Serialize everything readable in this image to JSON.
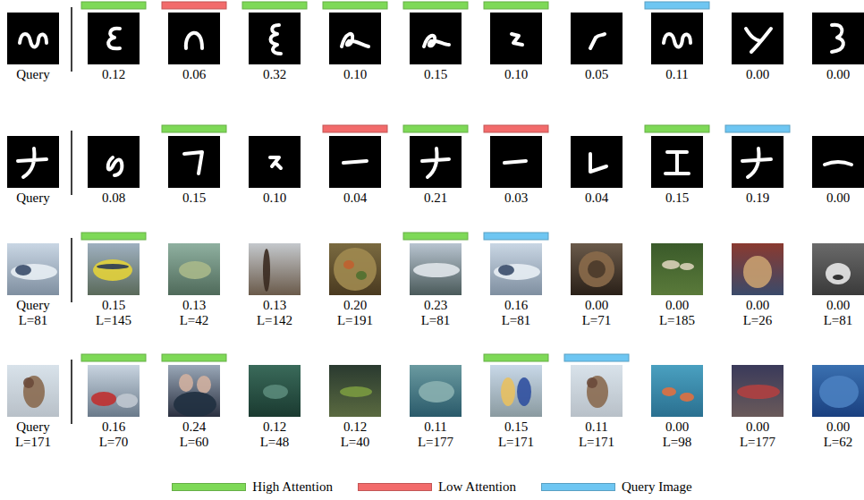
{
  "diagram": {
    "labels": [
      "Query",
      "0.12",
      "0.06",
      "0.32",
      "0.10",
      "0.15",
      "0.10",
      "0.05",
      "0.11",
      "0.00",
      "0.00",
      "Query",
      "0.08",
      "0.15",
      "0.10",
      "0.04",
      "0.21",
      "0.03",
      "0.04",
      "0.15",
      "0.19",
      "0.00",
      "Query",
      "L=81",
      "0.15",
      "L=145",
      "0.13",
      "L=42",
      "0.13",
      "L=142",
      "0.20",
      "L=191",
      "0.23",
      "L=81",
      "0.16",
      "L=81",
      "0.00",
      "L=71",
      "0.00",
      "L=185",
      "0.00",
      "L=26",
      "0.00",
      "L=81",
      "Query",
      "L=171",
      "0.16",
      "L=70",
      "0.24",
      "L=60",
      "0.12",
      "L=48",
      "0.12",
      "L=40",
      "0.11",
      "L=177",
      "0.15",
      "L=171",
      "0.11",
      "L=171",
      "0.00",
      "L=98",
      "0.00",
      "L=177",
      "0.00",
      "L=62"
    ],
    "legend": [
      {
        "text": "High Attention",
        "color": "#7ED957"
      },
      {
        "text": "Low Attention",
        "color": "#F26B6B"
      },
      {
        "text": "Query Image",
        "color": "#6EC6F2"
      }
    ]
  }
}
